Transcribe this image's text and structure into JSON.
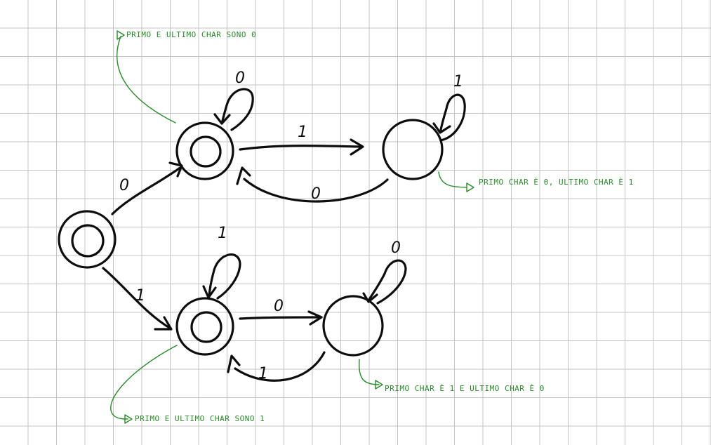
{
  "colors": {
    "ink": "#0d0d0d",
    "annotation": "#2a8a2a",
    "grid": "#c4c4c4"
  },
  "states": [
    {
      "id": "start",
      "accepting": true
    },
    {
      "id": "q1",
      "accepting": true
    },
    {
      "id": "q2",
      "accepting": false
    },
    {
      "id": "q3",
      "accepting": true
    },
    {
      "id": "q4",
      "accepting": false
    }
  ],
  "transitions": [
    {
      "from": "start",
      "to": "q1",
      "label": "0"
    },
    {
      "from": "start",
      "to": "q3",
      "label": "1"
    },
    {
      "from": "q1",
      "to": "q1",
      "label": "0"
    },
    {
      "from": "q1",
      "to": "q2",
      "label": "1"
    },
    {
      "from": "q2",
      "to": "q1",
      "label": "0"
    },
    {
      "from": "q2",
      "to": "q2",
      "label": "1"
    },
    {
      "from": "q3",
      "to": "q3",
      "label": "1"
    },
    {
      "from": "q3",
      "to": "q4",
      "label": "0"
    },
    {
      "from": "q4",
      "to": "q3",
      "label": "1"
    },
    {
      "from": "q4",
      "to": "q4",
      "label": "0"
    }
  ],
  "annotations": {
    "q1": "PRIMO E ULTIMO CHAR SONO 0",
    "q2": "PRIMO CHAR È 0, ULTIMO CHAR È 1",
    "q3": "PRIMO E ULTIMO CHAR SONO 1",
    "q4": "PRIMO CHAR È 1 E ULTIMO CHAR È 0"
  }
}
